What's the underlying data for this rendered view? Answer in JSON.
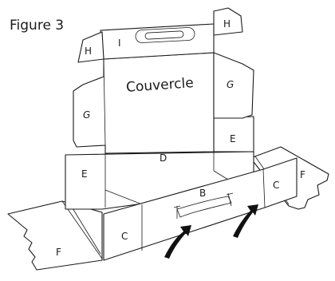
{
  "figure_title": "Figure 3",
  "panel_labels": {
    "lid": "Couvercle",
    "top_flap": "I",
    "h_left": "H",
    "h_right": "H",
    "g_left": "G",
    "g_right": "G",
    "back": "D",
    "e_left": "E",
    "e_right": "E",
    "front": "B",
    "c_left": "C",
    "c_right": "C",
    "f_left": "F",
    "f_right": "F"
  },
  "icons": [
    "handle-slot-icon",
    "box-handle-icon",
    "curved-fold-arrow-icon"
  ]
}
